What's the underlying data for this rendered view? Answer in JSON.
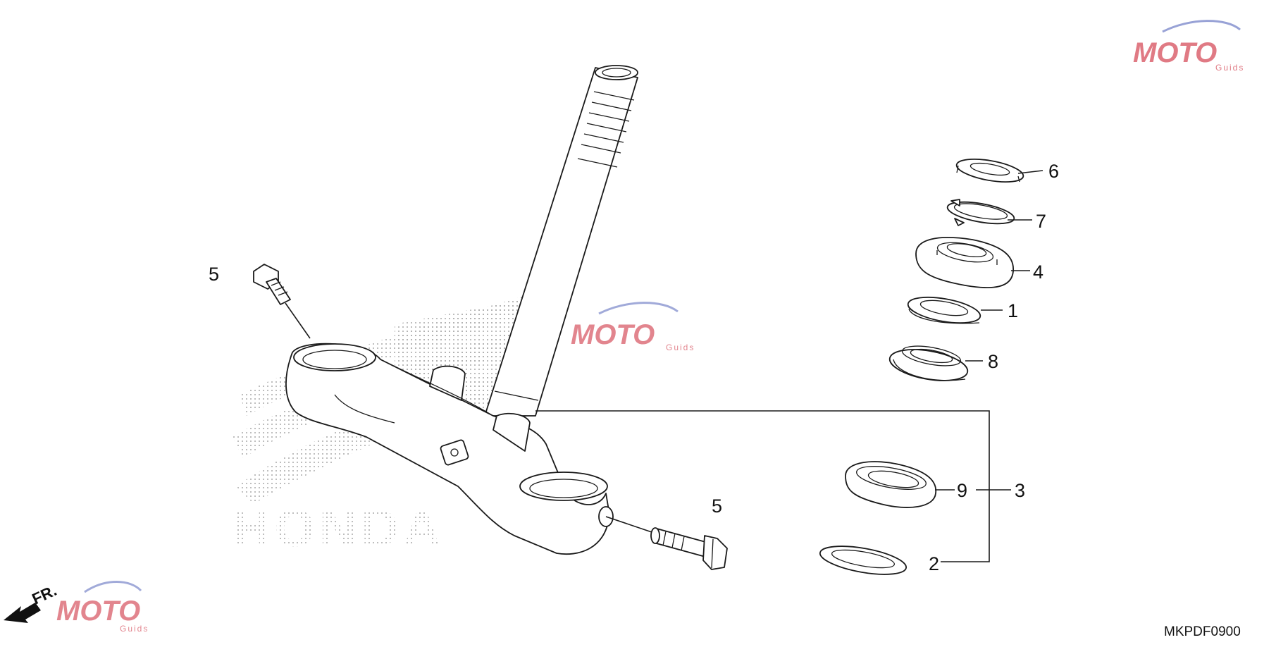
{
  "diagram_code": "MKPDF0900",
  "front_arrow_label": "FR.",
  "watermark": {
    "text": "MOTO",
    "subtext": "Guids",
    "brand_red": "#cc2233",
    "brand_blue": "#5566bb"
  },
  "background_logo_text": "HONDA",
  "callouts": {
    "c1": "1",
    "c2": "2",
    "c3": "3",
    "c4": "4",
    "c5_top": "5",
    "c5_bottom": "5",
    "c6": "6",
    "c7": "7",
    "c8": "8",
    "c9": "9"
  }
}
